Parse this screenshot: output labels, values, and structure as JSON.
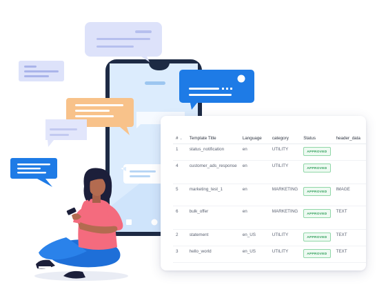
{
  "table": {
    "columns": [
      {
        "key": "id",
        "label": "#"
      },
      {
        "key": "title",
        "label": "Template Title"
      },
      {
        "key": "language",
        "label": "Language"
      },
      {
        "key": "category",
        "label": "category"
      },
      {
        "key": "status",
        "label": "Status"
      },
      {
        "key": "header",
        "label": "header_data"
      }
    ],
    "rows": [
      {
        "id": "1",
        "title": "status_notification",
        "language": "en",
        "category": "UTILITY",
        "status": "APPROVED",
        "header": ""
      },
      {
        "id": "4",
        "title": "customer_ads_response",
        "language": "en",
        "category": "UTILITY",
        "status": "APPROVED",
        "header": ""
      },
      {
        "id": "5",
        "title": "marketing_test_1",
        "language": "en",
        "category": "MARKETING",
        "status": "APPROVED",
        "header": "IMAGE"
      },
      {
        "id": "6",
        "title": "bulk_offer",
        "language": "en",
        "category": "MARKETING",
        "status": "APPROVED",
        "header": "TEXT"
      },
      {
        "id": "2",
        "title": "statement",
        "language": "en_US",
        "category": "UTILITY",
        "status": "APPROVED",
        "header": "TEXT"
      },
      {
        "id": "3",
        "title": "hello_world",
        "language": "en_US",
        "category": "UTILITY",
        "status": "APPROVED",
        "header": "TEXT"
      }
    ]
  },
  "colors": {
    "accent_blue": "#1e7be6",
    "bubble_orange": "#f8c28a",
    "bubble_lavender": "#dde2fa",
    "approved_green": "#2e9e58",
    "phone_screen": "#cfe4fb"
  },
  "icons": [
    "chevron-down-icon",
    "chat-bubble-icon",
    "smartphone-icon"
  ]
}
